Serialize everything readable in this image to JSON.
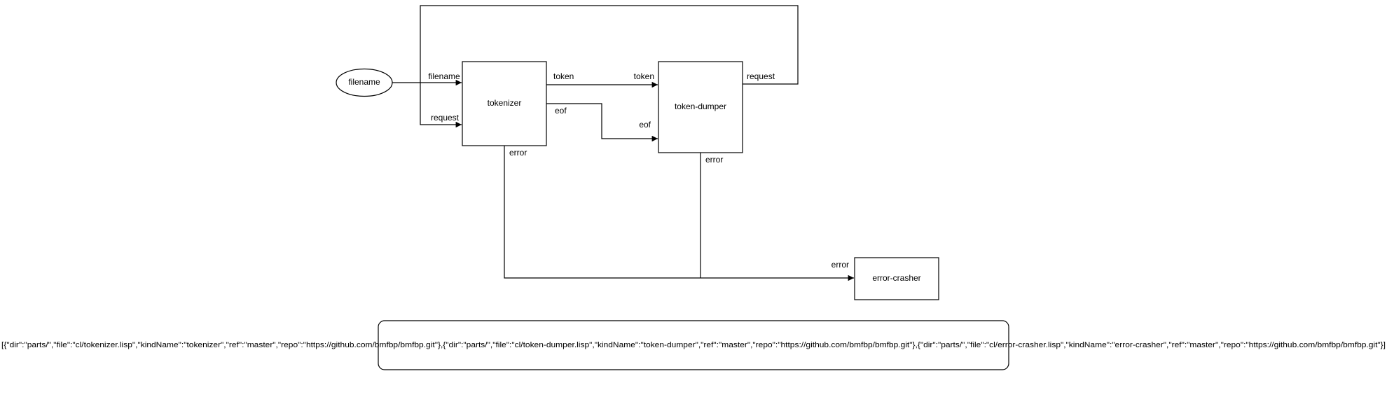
{
  "nodes": {
    "filename_input": "filename",
    "tokenizer": "tokenizer",
    "token_dumper": "token-dumper",
    "error_crasher": "error-crasher"
  },
  "ports": {
    "tokenizer_in_filename": "filename",
    "tokenizer_in_request": "request",
    "tokenizer_out_token": "token",
    "tokenizer_out_eof": "eof",
    "tokenizer_out_error": "error",
    "dumper_in_token": "token",
    "dumper_in_eof": "eof",
    "dumper_out_request": "request",
    "dumper_out_error": "error",
    "crasher_in_error": "error"
  },
  "parts_manifest": "[{\"dir\":\"parts/\",\"file\":\"cl/tokenizer.lisp\",\"kindName\":\"tokenizer\",\"ref\":\"master\",\"repo\":\"https://github.com/bmfbp/bmfbp.git\"},{\"dir\":\"parts/\",\"file\":\"cl/token-dumper.lisp\",\"kindName\":\"token-dumper\",\"ref\":\"master\",\"repo\":\"https://github.com/bmfbp/bmfbp.git\"},{\"dir\":\"parts/\",\"file\":\"cl/error-crasher.lisp\",\"kindName\":\"error-crasher\",\"ref\":\"master\",\"repo\":\"https://github.com/bmfbp/bmfbp.git\"}]"
}
